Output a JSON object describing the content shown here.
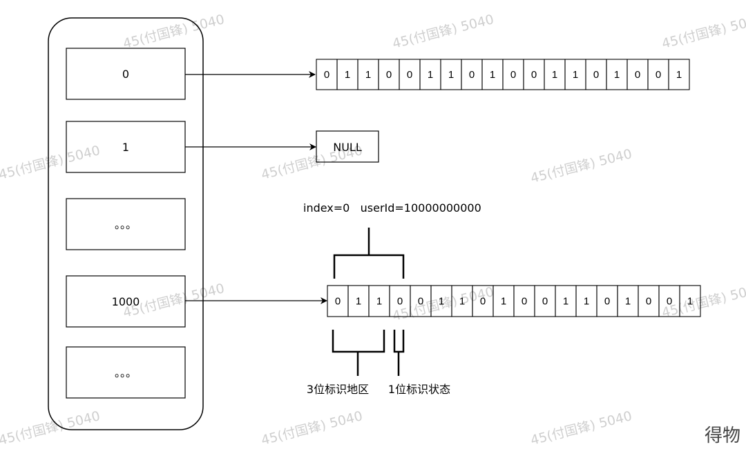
{
  "watermark": "45(付国锋) 5040",
  "slots": [
    {
      "label": "0"
    },
    {
      "label": "1"
    },
    {
      "label": "。。。"
    },
    {
      "label": "1000"
    },
    {
      "label": "。。。"
    }
  ],
  "bits_top": [
    "0",
    "1",
    "1",
    "0",
    "0",
    "1",
    "1",
    "0",
    "1",
    "0",
    "0",
    "1",
    "1",
    "0",
    "1",
    "0",
    "0",
    "1"
  ],
  "null_label": "NULL",
  "bits_bottom": [
    "0",
    "1",
    "1",
    "0",
    "0",
    "1",
    "1",
    "0",
    "1",
    "0",
    "0",
    "1",
    "1",
    "0",
    "1",
    "0",
    "0",
    "1"
  ],
  "annotation_top": "index=0   userId=10000000000",
  "annotation_region": "3位标识地区",
  "annotation_status": "1位标识状态",
  "logo": "得物"
}
